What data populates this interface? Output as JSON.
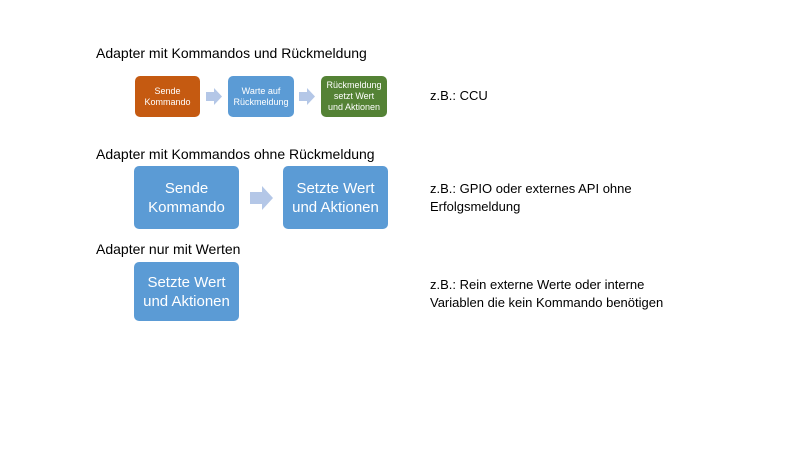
{
  "colors": {
    "orange": "#c55a11",
    "blue": "#5b9bd5",
    "green": "#548235",
    "arrow": "#b4c7e7"
  },
  "sections": [
    {
      "title": "Adapter mit Kommandos und Rückmeldung",
      "steps": [
        "Sende\nKommando",
        "Warte auf\nRückmeldung",
        "Rückmeldung\nsetzt Wert\nund Aktionen"
      ],
      "example": "z.B.: CCU"
    },
    {
      "title": "Adapter mit Kommandos ohne Rückmeldung",
      "steps": [
        "Sende\nKommando",
        "Setzte Wert\nund Aktionen"
      ],
      "example": "z.B.: GPIO oder externes API ohne Erfolgsmeldung"
    },
    {
      "title": "Adapter nur mit Werten",
      "steps": [
        "Setzte Wert\nund Aktionen"
      ],
      "example": "z.B.: Rein externe Werte oder interne Variablen die kein Kommando benötigen"
    }
  ]
}
